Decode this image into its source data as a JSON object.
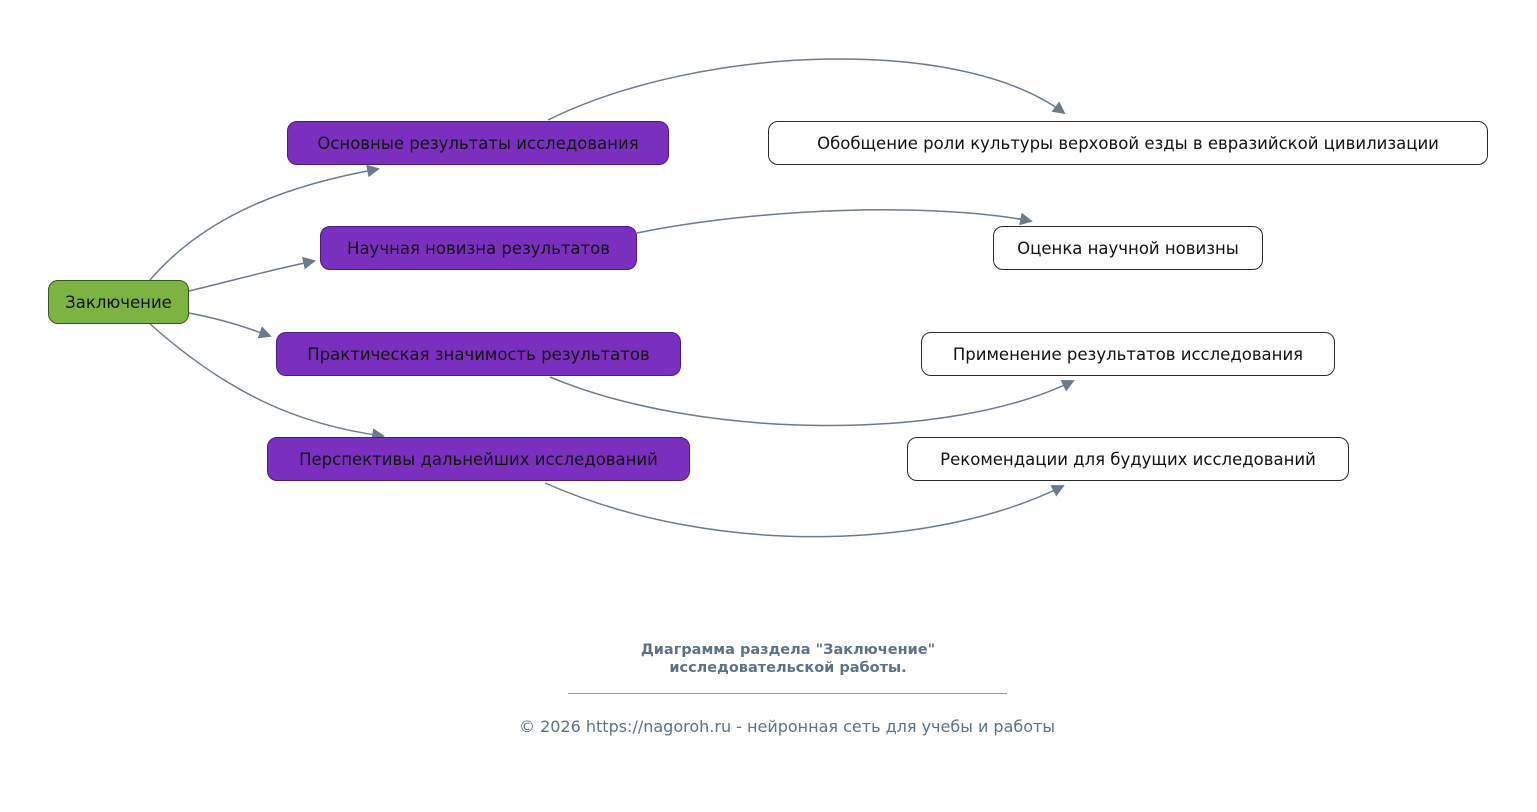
{
  "diagram": {
    "root": {
      "label": "Заключение"
    },
    "branches": [
      {
        "label": "Основные результаты исследования",
        "detail": "Обобщение роли культуры верховой езды в евразийской цивилизации"
      },
      {
        "label": "Научная новизна результатов",
        "detail": "Оценка научной новизны"
      },
      {
        "label": "Практическая значимость результатов",
        "detail": "Применение результатов исследования"
      },
      {
        "label": "Перспективы дальнейших исследований",
        "detail": "Рекомендации для будущих исследований"
      }
    ],
    "colors": {
      "root_fill": "#7cb342",
      "root_border": "#33581d",
      "branch_fill": "#7b2fbf",
      "branch_border": "#4a1d78",
      "detail_fill": "#ffffff",
      "detail_border": "#2b2b2b",
      "arrow": "#6b7b8c",
      "caption_text": "#5c7287"
    }
  },
  "caption": {
    "line1": "Диаграмма раздела \"Заключение\"",
    "line2": "исследовательской работы."
  },
  "footer": {
    "text": "© 2026 https://nagoroh.ru - нейронная сеть для учебы и работы"
  }
}
